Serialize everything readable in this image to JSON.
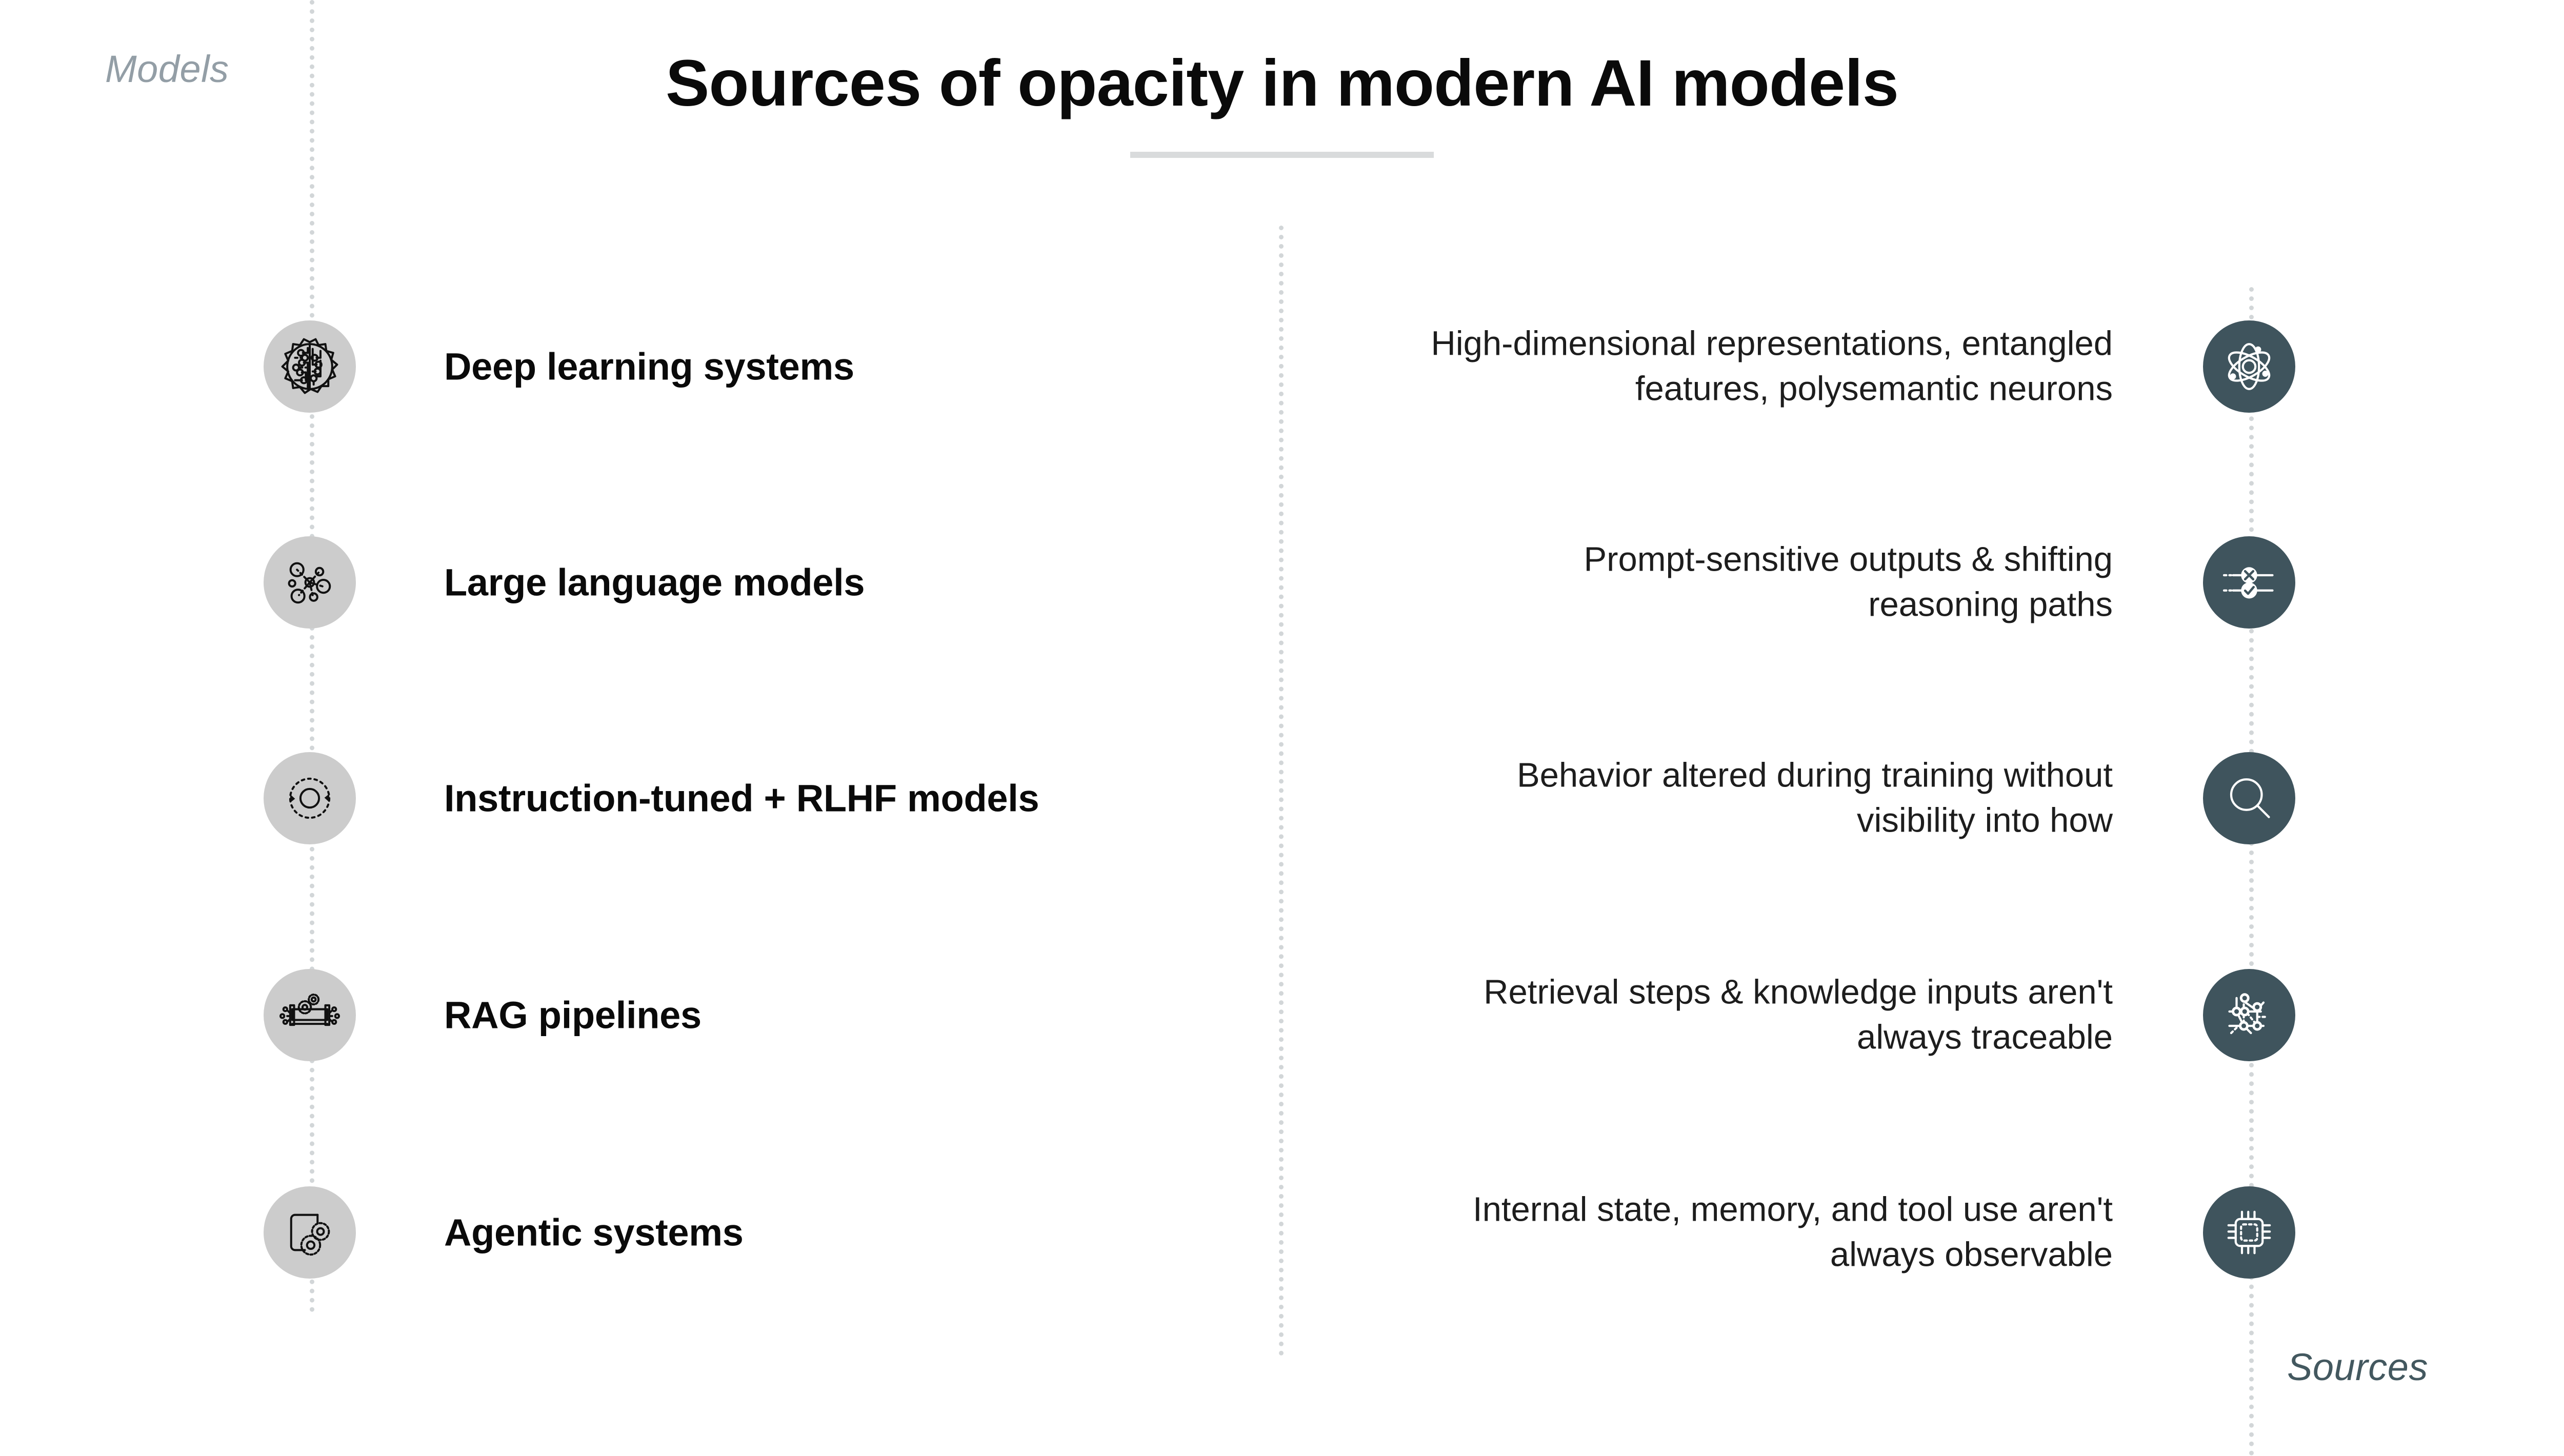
{
  "header": {
    "title": "Sources of opacity in modern AI models",
    "left_axis_label": "Models",
    "right_axis_label": "Sources"
  },
  "theme": {
    "background": "#ffffff",
    "title_color": "#0a0a0a",
    "left_bubble_color": "#cccccc",
    "right_bubble_color": "#3f545d",
    "rail_color": "#d2d6d8",
    "divider_color": "#d9dbdc",
    "models_label_color": "#939ea6",
    "sources_label_color": "#43585f"
  },
  "rows": [
    {
      "model": "Deep learning systems",
      "model_icon": "brain-circuit-icon",
      "source": "High-dimensional representations, entangled features, polysemantic neurons",
      "source_icon": "atom-icon"
    },
    {
      "model": "Large language models",
      "model_icon": "node-network-icon",
      "source": "Prompt-sensitive outputs & shifting reasoning paths",
      "source_icon": "branching-paths-icon"
    },
    {
      "model": "Instruction-tuned + RLHF models",
      "model_icon": "feedback-loop-icon",
      "source": "Behavior altered during training without visibility into how",
      "source_icon": "magnifier-icon"
    },
    {
      "model": "RAG pipelines",
      "model_icon": "pipeline-gears-icon",
      "source": "Retrieval steps & knowledge inputs aren't always traceable",
      "source_icon": "graph-nodes-icon"
    },
    {
      "model": "Agentic systems",
      "model_icon": "device-gears-icon",
      "source": "Internal state, memory, and tool use aren't always observable",
      "source_icon": "chip-icon"
    }
  ]
}
